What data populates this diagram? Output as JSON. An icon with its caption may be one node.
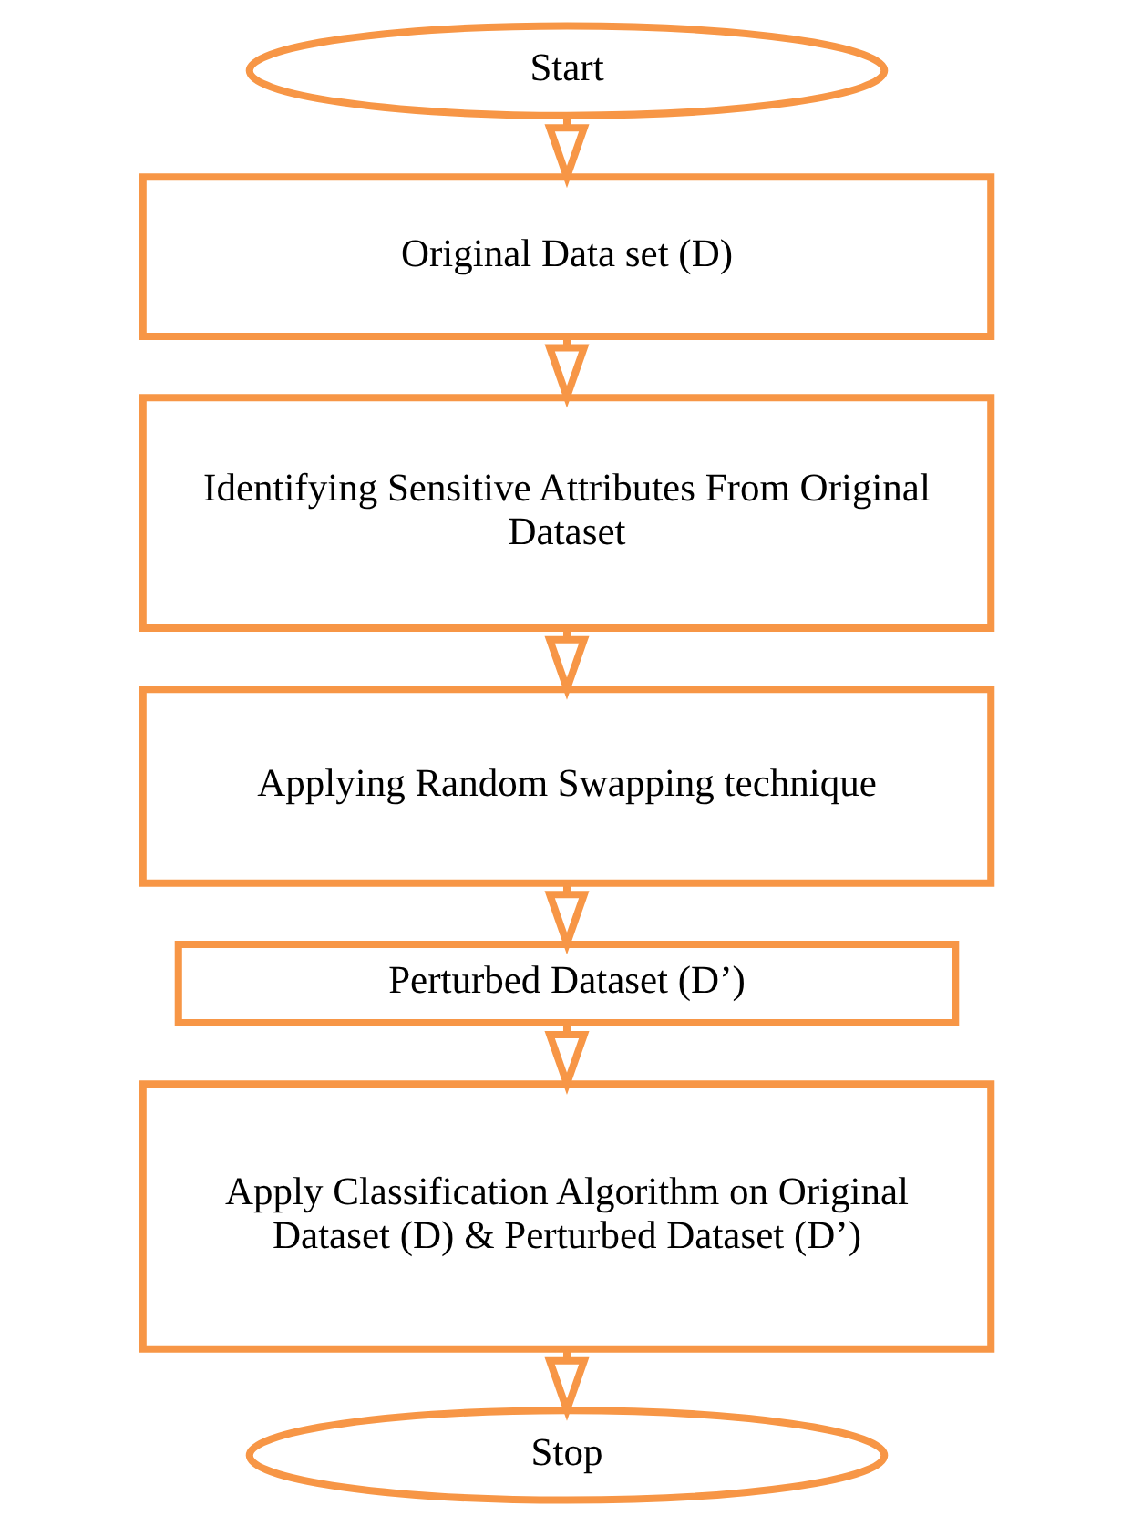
{
  "diagram": {
    "nodes": [
      {
        "text": [
          "Start"
        ]
      },
      {
        "text": [
          "Original Data set (D)"
        ]
      },
      {
        "text": [
          "Identifying Sensitive Attributes From Original Dataset"
        ]
      },
      {
        "text": [
          "Applying Random Swapping technique"
        ]
      },
      {
        "text": [
          "Perturbed Dataset (D’)"
        ]
      },
      {
        "text": [
          "Apply Classification Algorithm on Original Dataset (D) & Perturbed Dataset (D’)"
        ]
      },
      {
        "text": [
          "Stop"
        ]
      }
    ],
    "edges": [
      {
        "from": 0,
        "to": 1,
        "arrow": "to"
      },
      {
        "from": 1,
        "to": 2,
        "arrow": "to"
      },
      {
        "from": 2,
        "to": 3,
        "arrow": "to"
      },
      {
        "from": 3,
        "to": 4,
        "arrow": "to"
      },
      {
        "from": 4,
        "to": 5,
        "arrow": "to"
      },
      {
        "from": 5,
        "to": 6,
        "arrow": "to"
      }
    ]
  }
}
